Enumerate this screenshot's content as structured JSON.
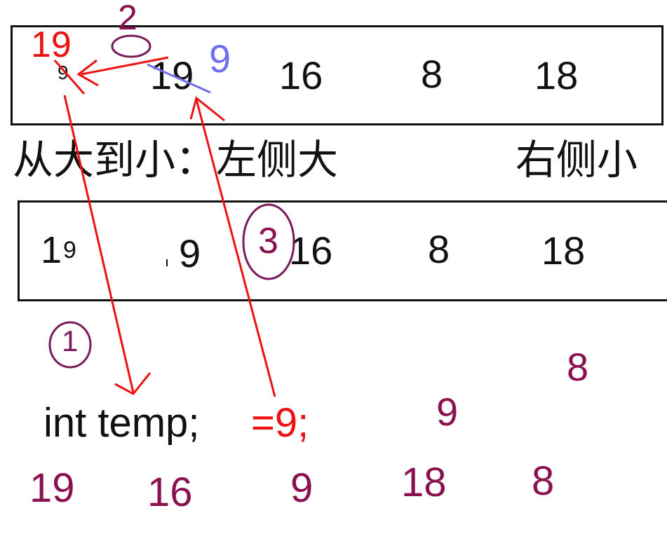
{
  "colors": {
    "ink": "#111111",
    "red": "#ee1111",
    "blue": "#6f6ff0",
    "plum": "#8a1050",
    "purple": "#7a1a5a"
  },
  "row1": {
    "values": [
      "9",
      "19",
      "16",
      "8",
      "18"
    ]
  },
  "row1_annotations": {
    "red_19": "19",
    "blue_9": "9",
    "step2": "2"
  },
  "heading": {
    "left": "从大到小：左侧大",
    "right": "右侧小"
  },
  "row2": {
    "first_a": "1",
    "first_b": "9",
    "values": [
      "9",
      "16",
      "8",
      "18"
    ],
    "step3": "3"
  },
  "step1": "1",
  "code": {
    "decl": "int temp;",
    "assign": "=9;"
  },
  "scatter_top": [
    "8",
    "9"
  ],
  "scatter_bottom": [
    "19",
    "16",
    "9",
    "18",
    "8"
  ]
}
